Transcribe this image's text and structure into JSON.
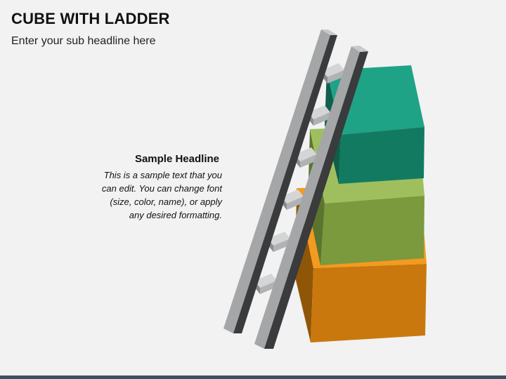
{
  "slide": {
    "title": "CUBE WITH LADDER",
    "subtitle": "Enter your sub headline here"
  },
  "text_block": {
    "headline": "Sample Headline",
    "body_lines": [
      "This is a sample text that you",
      "can edit. You can change font",
      "(size, color, name), or apply",
      "any desired formatting."
    ]
  },
  "colors": {
    "background": "#f2f2f2",
    "cube_top": "#1fa386",
    "cube_top_front": "#137a62",
    "cube_top_dark": "#0f5f4c",
    "cube_middle_top": "#9fbf5f",
    "cube_middle_front": "#7a9a3d",
    "cube_middle_dark": "#5b7530",
    "cube_bottom_top": "#f39a1f",
    "cube_bottom_front": "#c9780e",
    "cube_bottom_dark": "#8f5608",
    "ladder_light": "#a4a6a8",
    "ladder_dark": "#3a3b3d",
    "footer_bar": "#3c4f63"
  }
}
